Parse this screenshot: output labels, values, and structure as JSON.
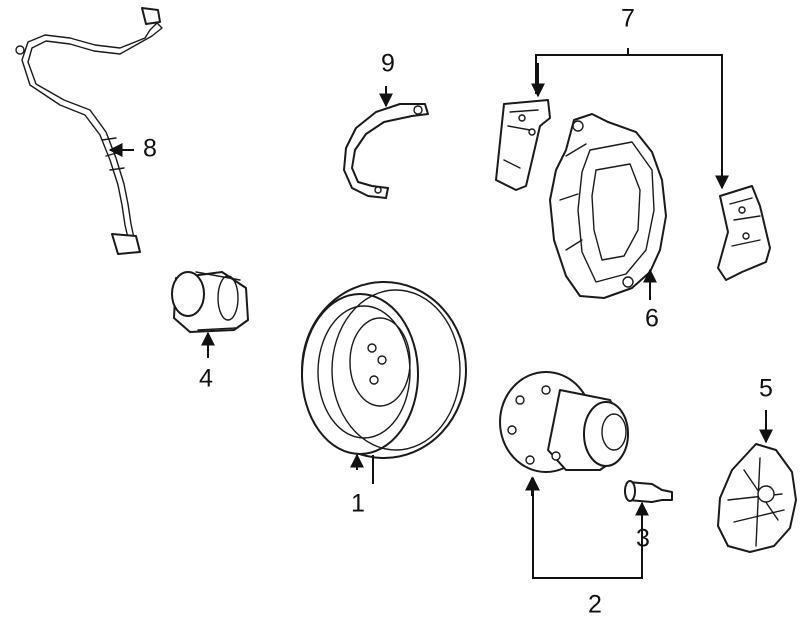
{
  "callouts": [
    {
      "id": "1",
      "label": "1",
      "part": "rotor"
    },
    {
      "id": "2",
      "label": "2",
      "part": "hub-bearing"
    },
    {
      "id": "3",
      "label": "3",
      "part": "wheel-stud"
    },
    {
      "id": "4",
      "label": "4",
      "part": "bushing"
    },
    {
      "id": "5",
      "label": "5",
      "part": "splash-shield"
    },
    {
      "id": "6",
      "label": "6",
      "part": "caliper"
    },
    {
      "id": "7",
      "label": "7",
      "part": "brake-pads"
    },
    {
      "id": "8",
      "label": "8",
      "part": "abs-sensor-wire"
    },
    {
      "id": "9",
      "label": "9",
      "part": "brake-hose"
    }
  ],
  "colors": {
    "line": "#1a1a1a",
    "background": "#ffffff"
  }
}
